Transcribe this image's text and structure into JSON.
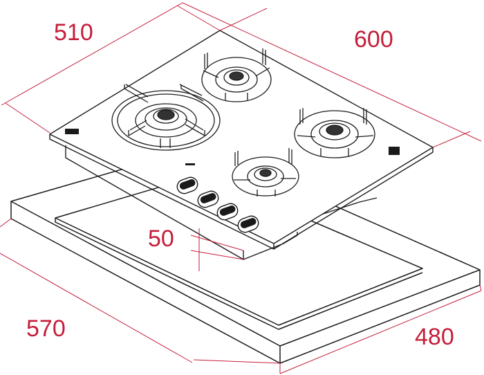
{
  "dimensions": {
    "top_left": "510",
    "top_right": "600",
    "bottom_left": "570",
    "bottom_right": "480",
    "height": "50"
  },
  "colors": {
    "dimension": "#c41e3a",
    "outline": "#1a1a1a"
  }
}
